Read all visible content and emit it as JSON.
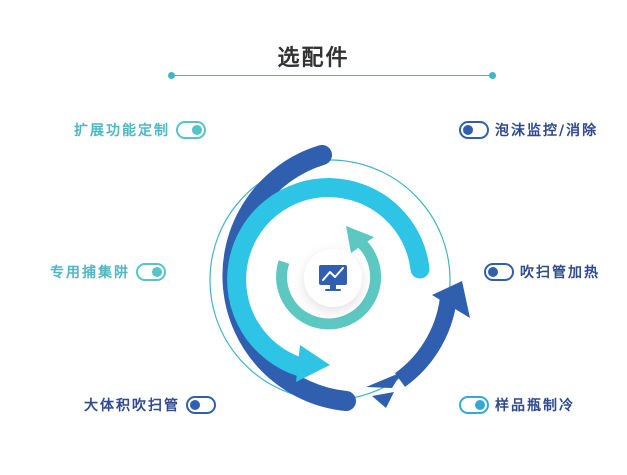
{
  "title": "选配件",
  "items": {
    "custom": "扩展功能定制",
    "foam": "泡沫监控/消除",
    "trap": "专用捕集阱",
    "purge": "吹扫管加热",
    "large_purge": "大体积吹扫管",
    "sample_cooling": "样品瓶制冷"
  },
  "colors": {
    "outer_ring": "#2f5fae",
    "middle_ring": "#2ec4e6",
    "inner_ring": "#5dc7c2",
    "thin_ring": "#3fb6c4",
    "teal_text": "#4fb8c2",
    "navy_text": "#2f4a8e"
  },
  "icons": {
    "center": "monitor-chart-icon"
  }
}
